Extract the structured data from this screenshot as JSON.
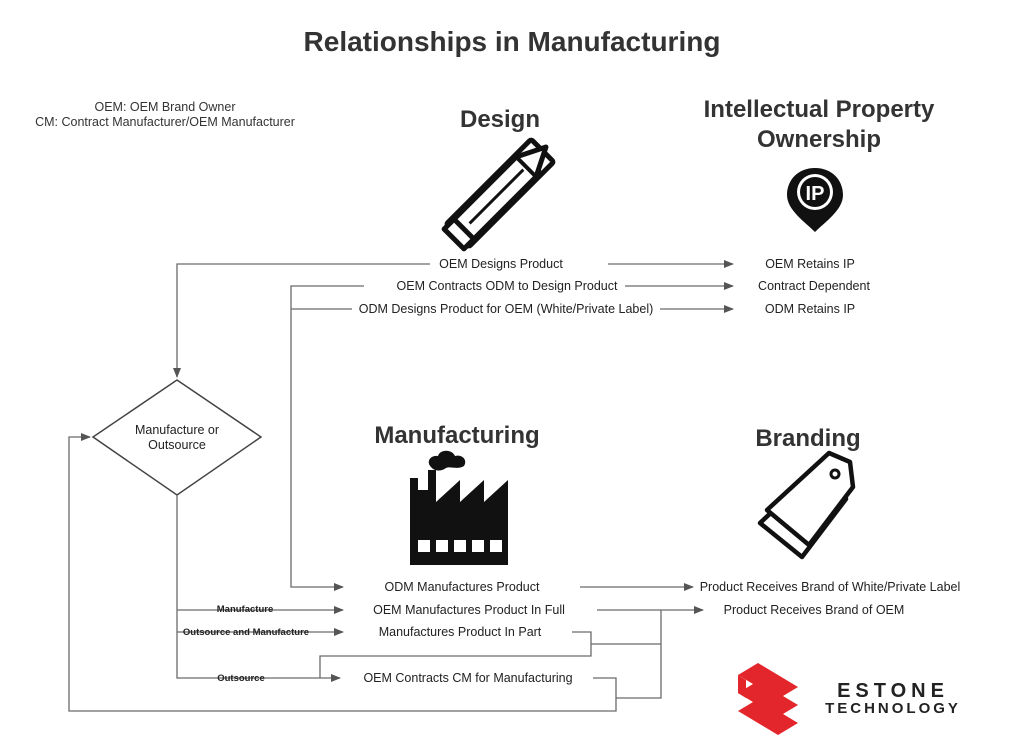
{
  "title": "Relationships in Manufacturing",
  "legend": {
    "line1": "OEM: OEM Brand Owner",
    "line2": "CM: Contract Manufacturer/OEM Manufacturer"
  },
  "sections": {
    "design": "Design",
    "ip_line1": "Intellectual Property",
    "ip_line2": "Ownership",
    "manufacturing": "Manufacturing",
    "branding": "Branding"
  },
  "icons": {
    "design": "pencil-ruler-icon",
    "ip": "ip-location-pin-icon",
    "manufacturing": "factory-icon",
    "branding": "price-tag-icon"
  },
  "ip_badge": "IP",
  "design_rows": [
    {
      "left": "OEM Designs Product",
      "right": "OEM Retains IP"
    },
    {
      "left": "OEM Contracts ODM to Design Product",
      "right": "Contract Dependent"
    },
    {
      "left": "ODM Designs Product for OEM (White/Private Label)",
      "right": "ODM Retains IP"
    }
  ],
  "decision": {
    "line1": "Manufacture or",
    "line2": "Outsource"
  },
  "manufacturing_rows": [
    "ODM Manufactures Product",
    "OEM Manufactures Product In Full",
    "Manufactures Product In Part",
    "OEM Contracts CM for Manufacturing"
  ],
  "branch_labels": {
    "manufacture": "Manufacture",
    "outsource_and_manufacture": "Outsource and Manufacture",
    "outsource": "Outsource"
  },
  "branding_rows": [
    "Product Receives Brand of White/Private Label",
    "Product Receives Brand of OEM"
  ],
  "logo": {
    "line1": "ESTONE",
    "line2": "TECHNOLOGY",
    "color": "#e3262b"
  },
  "colors": {
    "line": "#6b6b6b",
    "text": "#222222"
  }
}
